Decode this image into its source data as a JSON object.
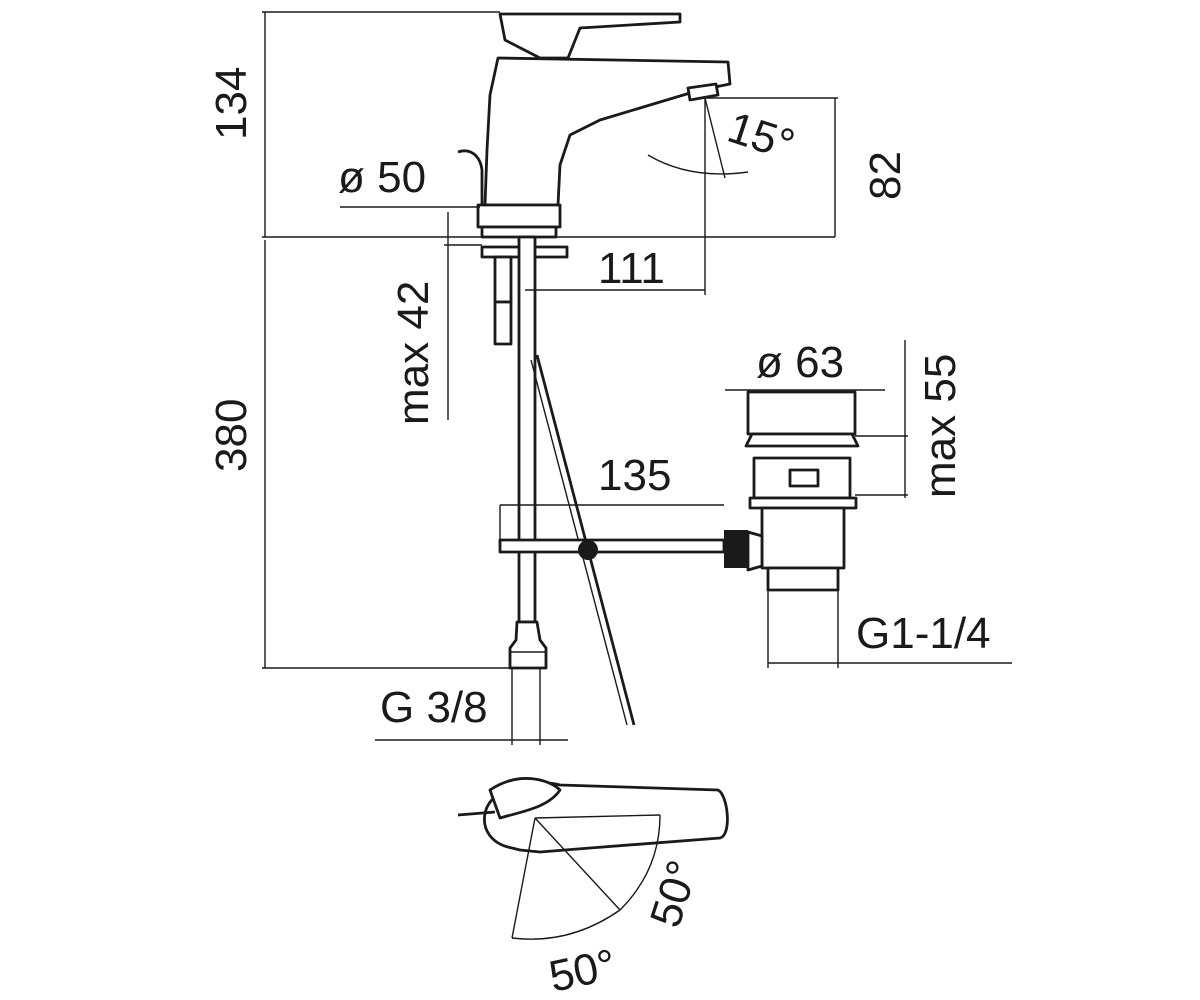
{
  "dimensions": {
    "height_spout": "134",
    "base_diameter": "ø 50",
    "spout_angle": "15°",
    "spout_height": "82",
    "max_deck_thickness": "max 42",
    "spout_reach": "111",
    "hose_length": "380",
    "drain_diameter": "ø 63",
    "max_drain_thickness": "max 55",
    "rod_length": "135",
    "drain_thread": "G1-1/4",
    "supply_thread": "G 3/8",
    "handle_angle_right": "50°",
    "handle_angle_left": "50°"
  },
  "colors": {
    "line": "#1a1a1a",
    "background": "#ffffff"
  }
}
